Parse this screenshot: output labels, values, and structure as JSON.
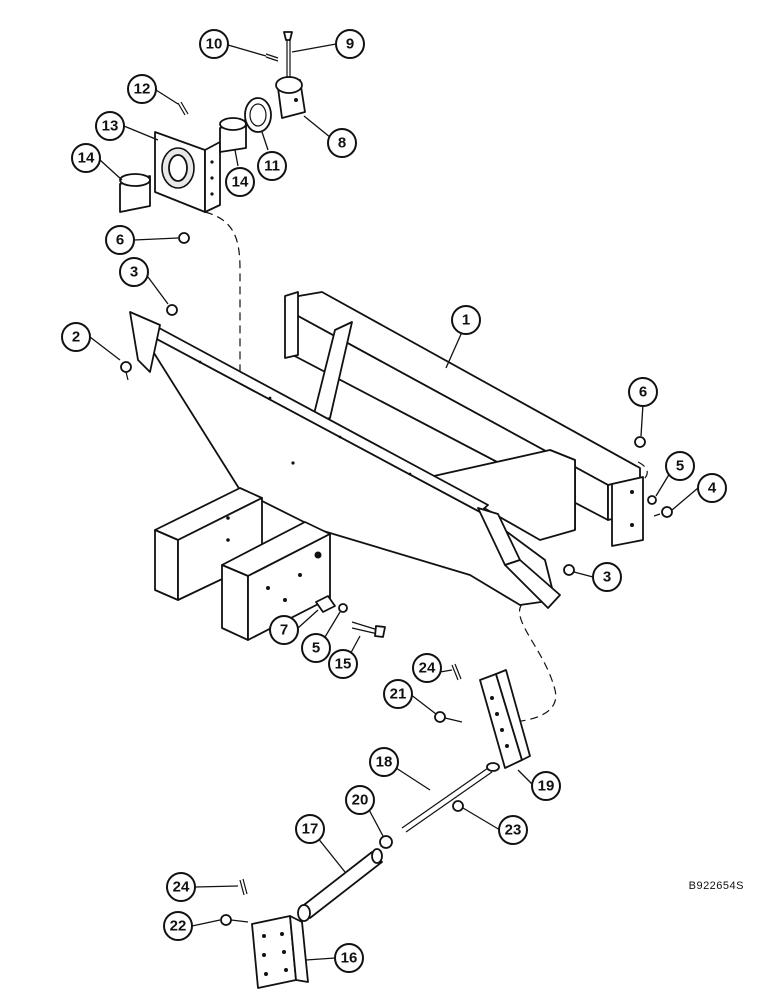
{
  "diagram": {
    "reference_code": "B922654S",
    "callouts": [
      {
        "id": "c-1",
        "label": "1"
      },
      {
        "id": "c-2",
        "label": "2"
      },
      {
        "id": "c-3a",
        "label": "3"
      },
      {
        "id": "c-3b",
        "label": "3"
      },
      {
        "id": "c-4",
        "label": "4"
      },
      {
        "id": "c-5a",
        "label": "5"
      },
      {
        "id": "c-5b",
        "label": "5"
      },
      {
        "id": "c-6a",
        "label": "6"
      },
      {
        "id": "c-6b",
        "label": "6"
      },
      {
        "id": "c-7",
        "label": "7"
      },
      {
        "id": "c-8",
        "label": "8"
      },
      {
        "id": "c-9",
        "label": "9"
      },
      {
        "id": "c-10",
        "label": "10"
      },
      {
        "id": "c-11",
        "label": "11"
      },
      {
        "id": "c-12",
        "label": "12"
      },
      {
        "id": "c-13",
        "label": "13"
      },
      {
        "id": "c-14a",
        "label": "14"
      },
      {
        "id": "c-14b",
        "label": "14"
      },
      {
        "id": "c-15",
        "label": "15"
      },
      {
        "id": "c-16",
        "label": "16"
      },
      {
        "id": "c-17",
        "label": "17"
      },
      {
        "id": "c-18",
        "label": "18"
      },
      {
        "id": "c-19",
        "label": "19"
      },
      {
        "id": "c-20",
        "label": "20"
      },
      {
        "id": "c-21",
        "label": "21"
      },
      {
        "id": "c-22",
        "label": "22"
      },
      {
        "id": "c-23",
        "label": "23"
      },
      {
        "id": "c-24a",
        "label": "24"
      },
      {
        "id": "c-24b",
        "label": "24"
      }
    ]
  }
}
